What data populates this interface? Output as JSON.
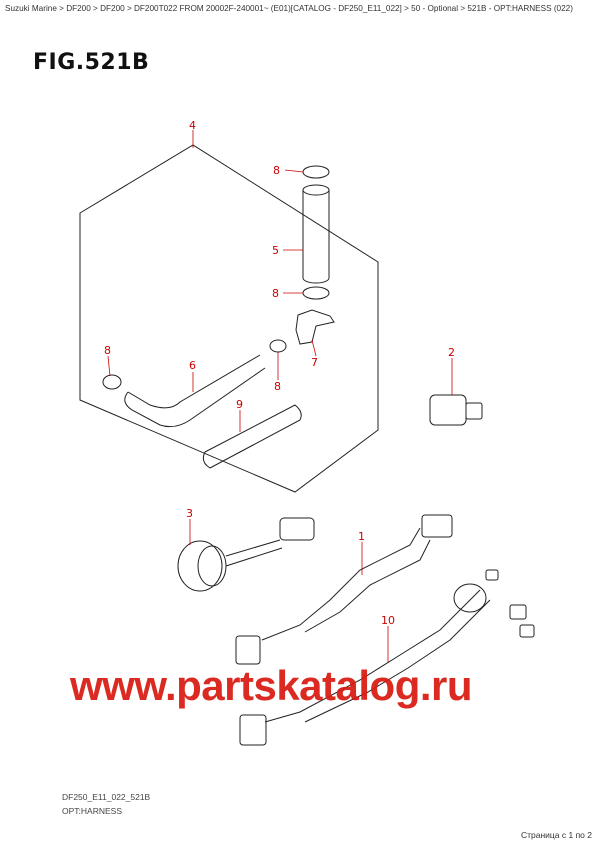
{
  "breadcrumb": "Suzuki Marine > DF200 > DF200 > DF200T022 FROM 20002F-240001~ (E01)[CATALOG - DF250_E11_022] > 50 - Optional > 521B - OPT:HARNESS (022)",
  "figure_title": "FIG.521B",
  "callouts": [
    "4",
    "8",
    "5",
    "8",
    "8",
    "6",
    "7",
    "8",
    "9",
    "2",
    "3",
    "1",
    "10"
  ],
  "watermark": "www.partskatalog.ru",
  "drawing_code": "DF250_E11_022_521B",
  "drawing_subtitle": "OPT:HARNESS",
  "pagination": "Страница с 1 по 2",
  "colors": {
    "callout": "#cc0000",
    "watermark": "#d9190f"
  }
}
